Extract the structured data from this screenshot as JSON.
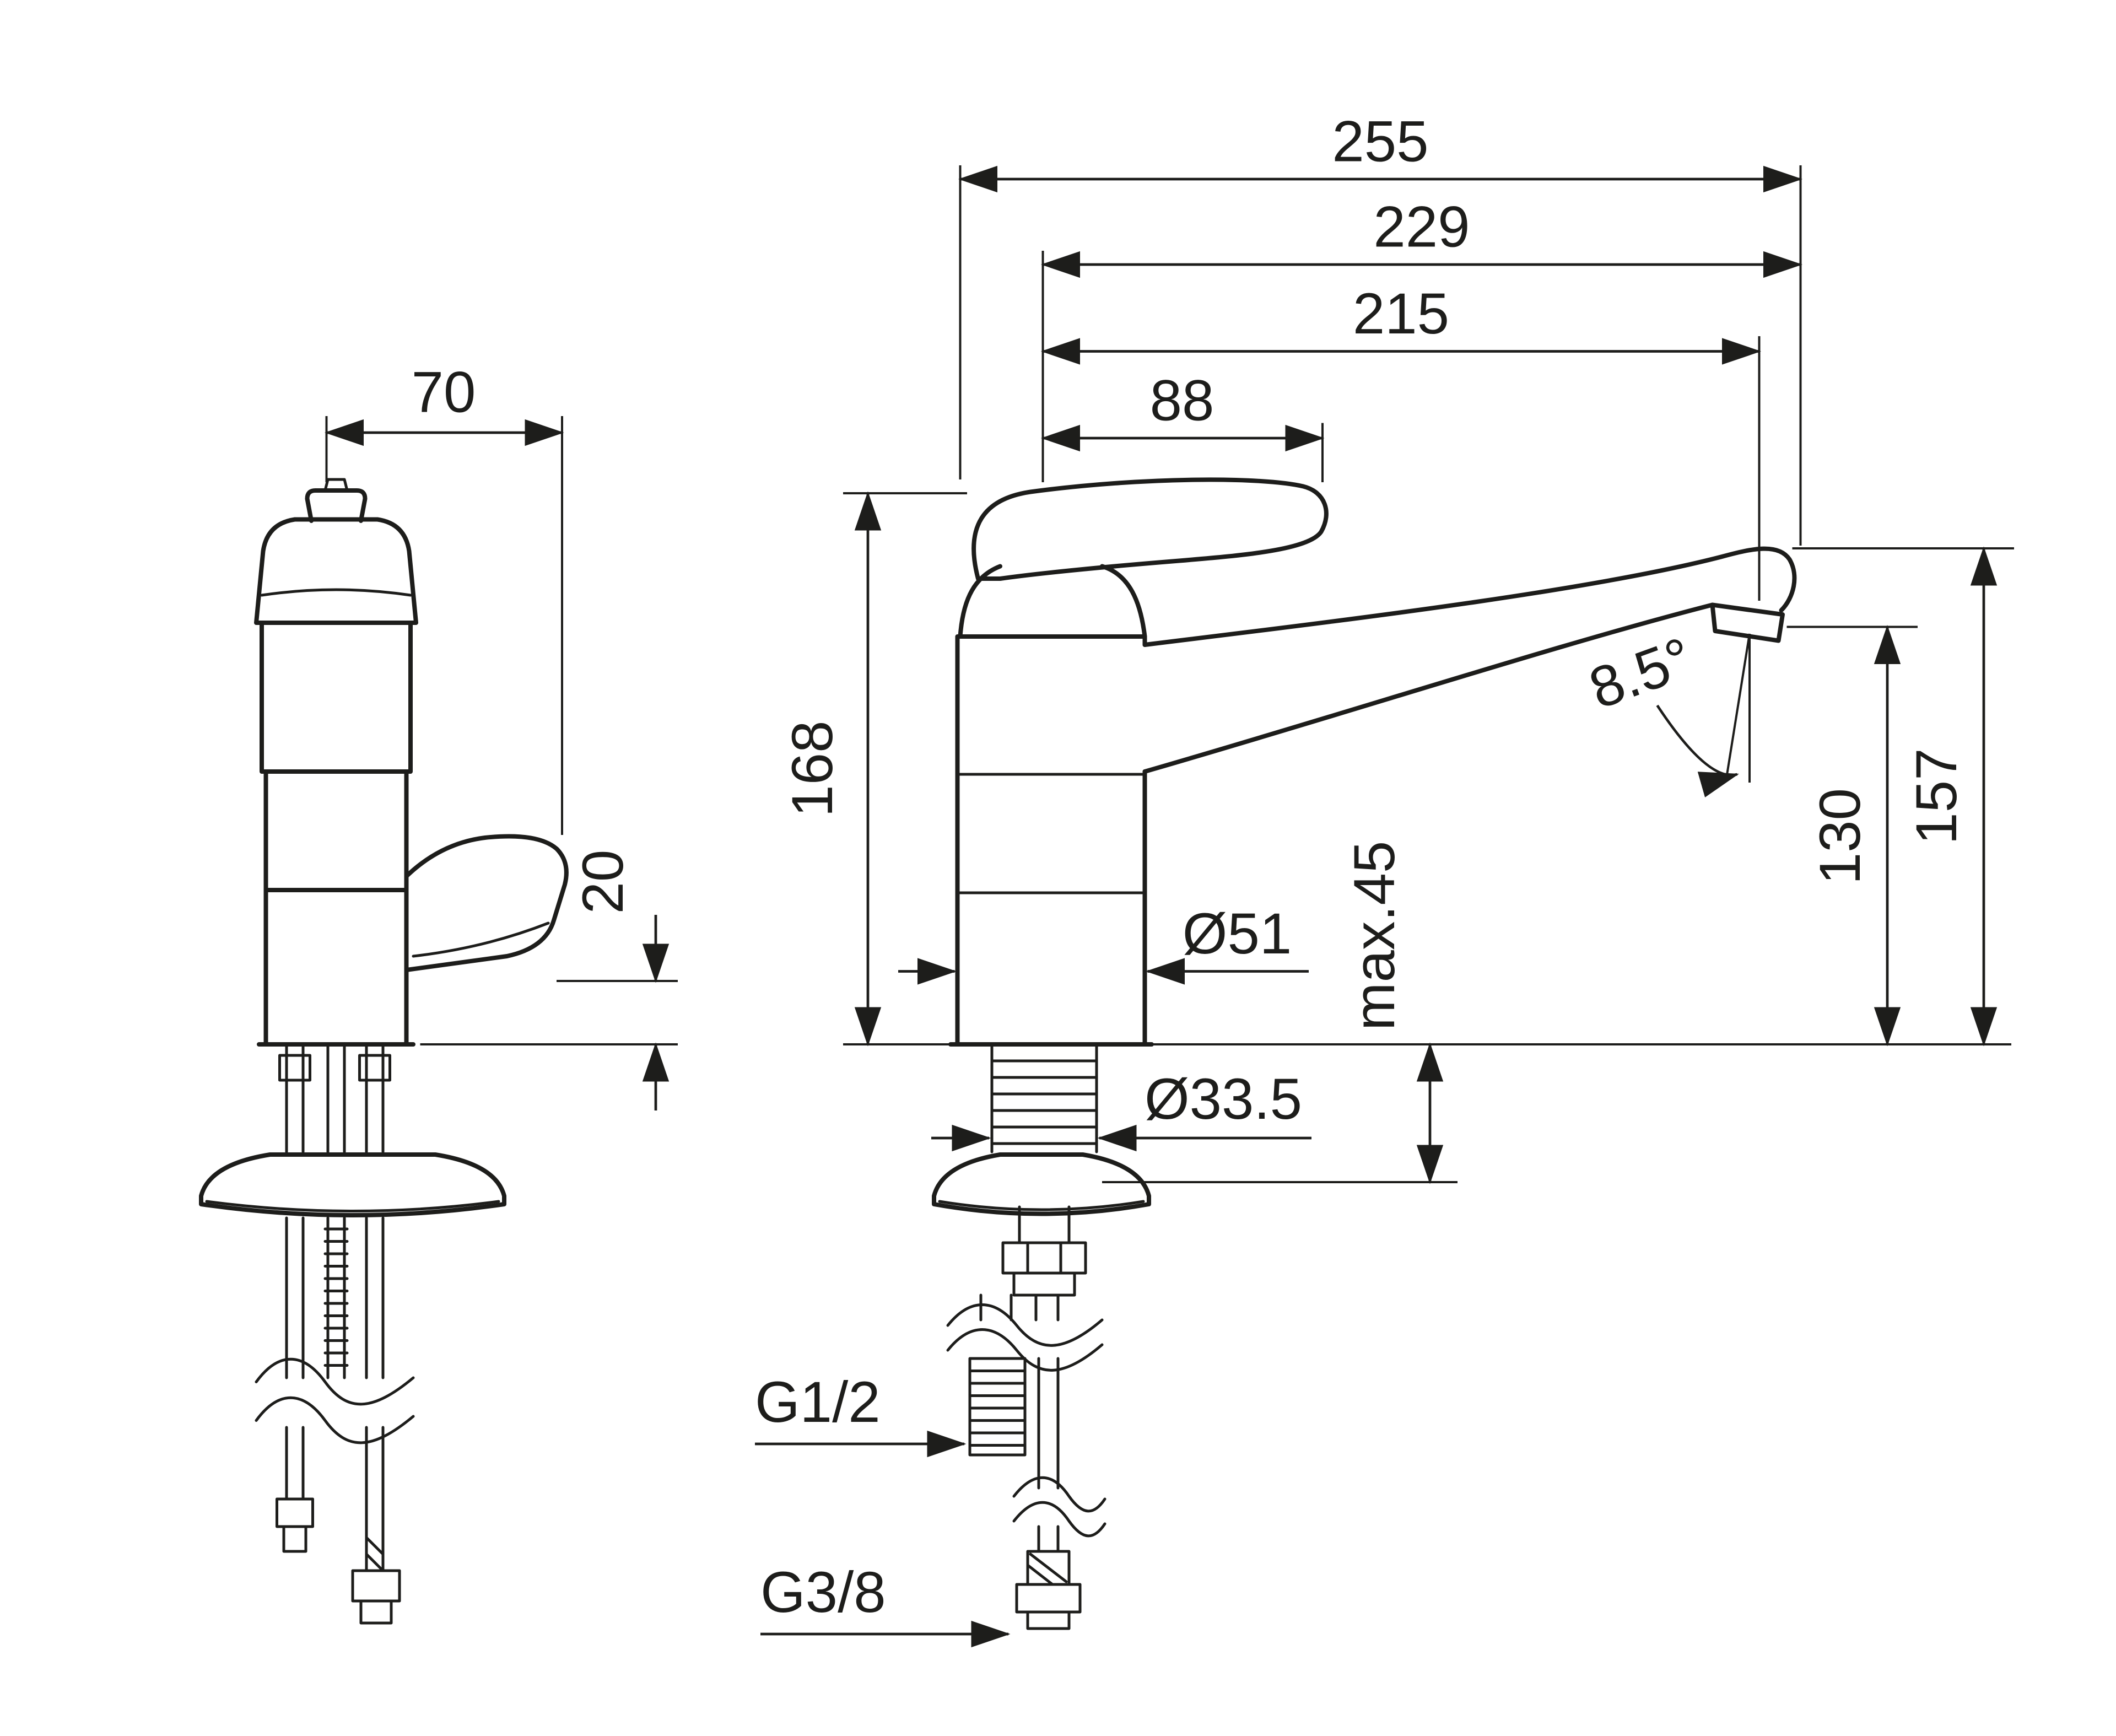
{
  "drawing": {
    "subject": "single-lever kitchen faucet technical dimension drawing, side view and front view",
    "line_color": "#1d1d1b",
    "background_color": "#ffffff",
    "side_view": {
      "top_width": "70",
      "spout_to_deck_offset": "20"
    },
    "front_view": {
      "total_length": "255",
      "spout_reach_outer": "229",
      "spout_reach_outlet": "215",
      "handle_length": "88",
      "body_height": "168",
      "body_diameter": "Ø51",
      "shank_diameter": "Ø33.5",
      "max_deck_thickness": "max.45",
      "spout_angle": "8.5°",
      "outlet_height": "130",
      "spout_top_height": "157",
      "supply_thread": "G1/2",
      "hose_thread": "G3/8"
    }
  }
}
